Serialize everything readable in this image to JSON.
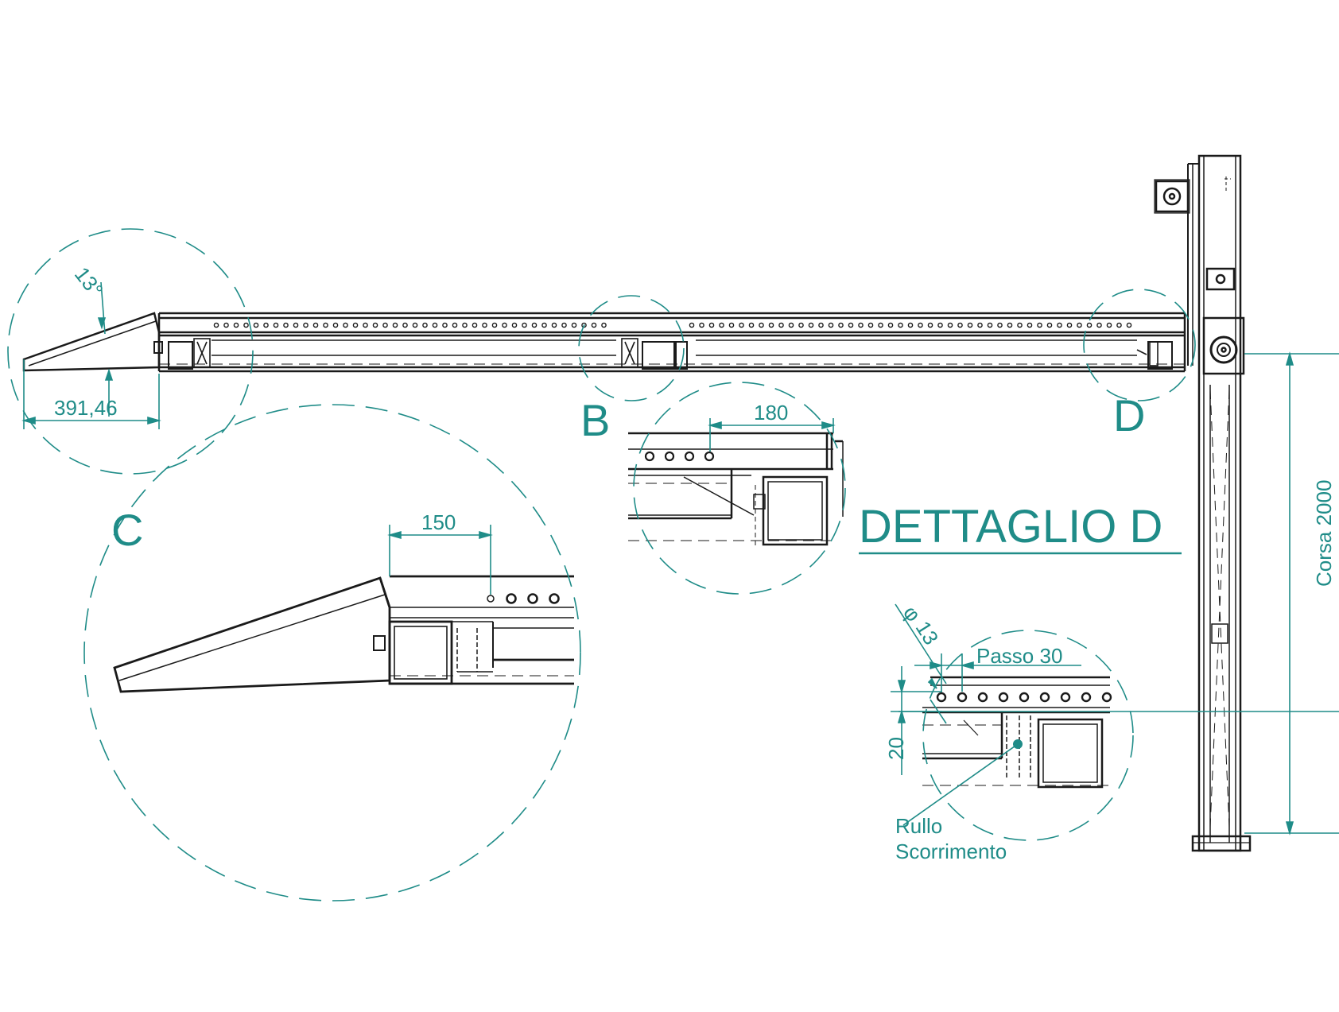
{
  "labels": {
    "angle": "13°",
    "length_c": "391,46",
    "marker_b": "B",
    "marker_c": "C",
    "marker_d": "D",
    "dim_180": "180",
    "dim_150": "150",
    "title_detail": "DETTAGLIO D",
    "phi": "φ",
    "hole_dia": "13",
    "pitch": "Passo  30",
    "height": "20",
    "stroke": "Corsa 2000",
    "roller_line1": "Rullo",
    "roller_line2": "Scorrimento"
  },
  "colors": {
    "annotation": "#1f8c88",
    "structure": "#1a1a1a"
  }
}
